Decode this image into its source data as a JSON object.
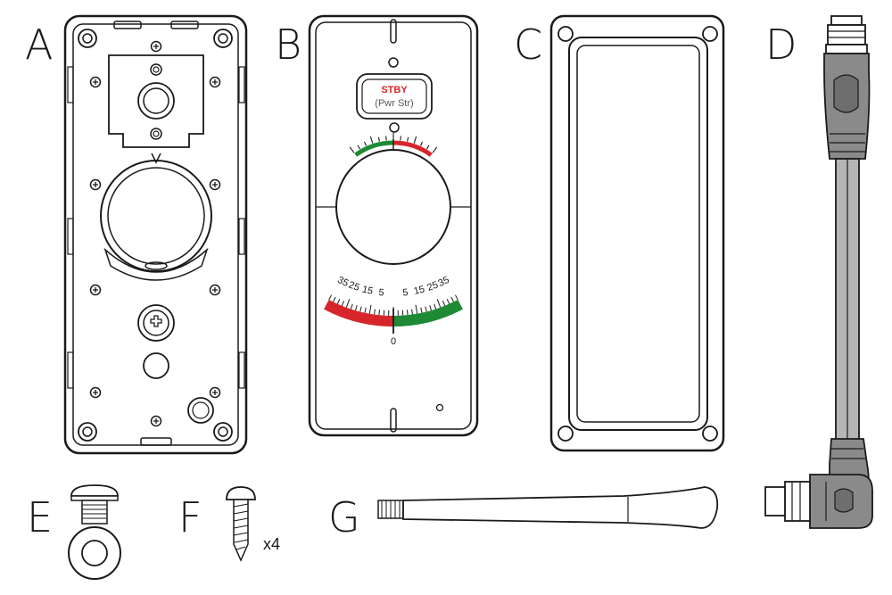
{
  "labels": {
    "a": "A",
    "b": "B",
    "c": "C",
    "d": "D",
    "e": "E",
    "f": "F",
    "g": "G"
  },
  "plate_b": {
    "button_line1": "STBY",
    "button_line2": "(Pwr Str)",
    "scale_ticks": [
      "35",
      "25",
      "15",
      "5",
      "5",
      "15",
      "25",
      "35"
    ],
    "scale_zero": "0"
  },
  "screw_f_quantity": "x4",
  "colors": {
    "line": "#1a1a1a",
    "green": "#1e8a35",
    "red": "#d7262b",
    "grey": "#8a8a8a",
    "dark_grey": "#5a5a5a"
  }
}
